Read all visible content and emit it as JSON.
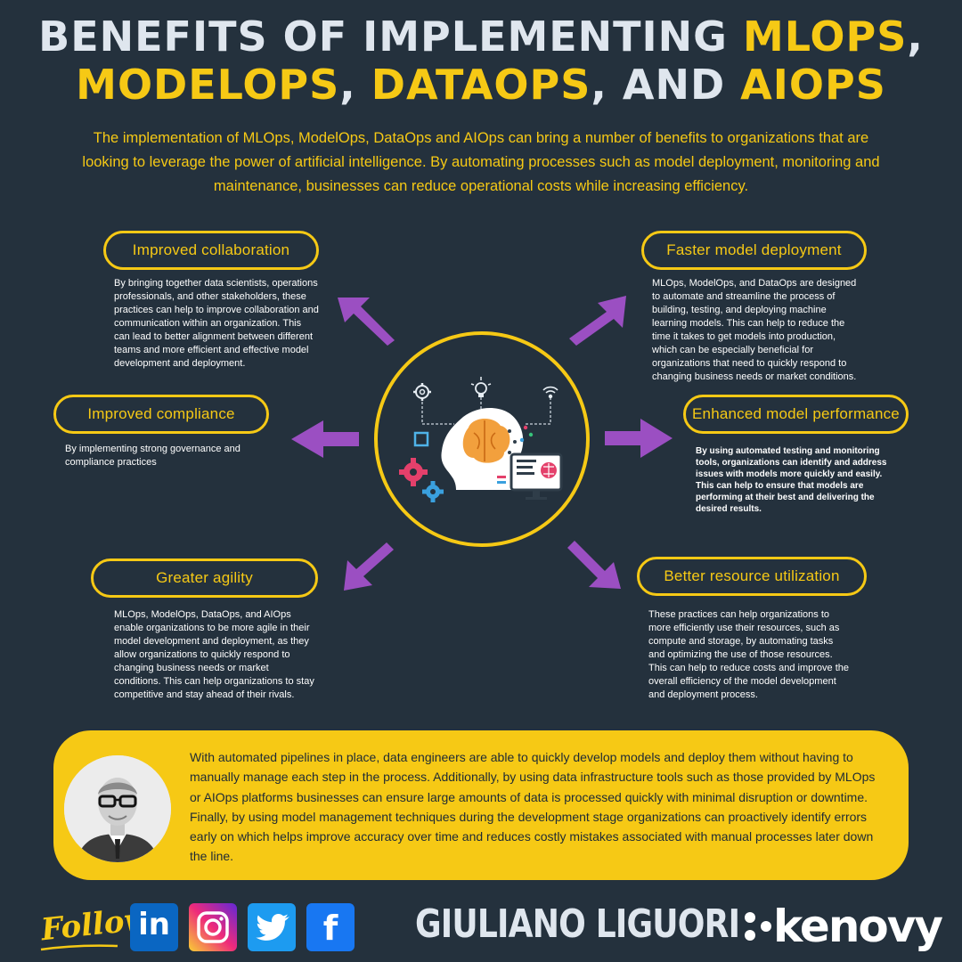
{
  "title": {
    "line1_white": "BENEFITS OF IMPLEMENTING ",
    "line1_yellow": "MLOPS",
    "line1_comma": ",",
    "line2_yellow_1": "MODELOPS",
    "line2_sep_1": ", ",
    "line2_yellow_2": "DATAOPS",
    "line2_white": ", AND ",
    "line2_yellow_3": "AIOPS"
  },
  "intro": "The implementation of MLOps, ModelOps, DataOps and AIOps can bring a number of benefits to organizations that are looking to leverage the power of artificial intelligence. By automating processes such as model deployment, monitoring and maintenance, businesses can reduce operational costs while increasing efficiency.",
  "benefits": {
    "collaboration": {
      "title": "Improved collaboration",
      "text": "By bringing together data scientists, operations professionals, and other stakeholders, these practices can help to improve collaboration and communication within an organization. This can lead to better alignment between different teams and more efficient and effective model development and deployment."
    },
    "deployment": {
      "title": "Faster model deployment",
      "text": "MLOps, ModelOps, and DataOps are designed to automate and streamline the process of building, testing, and deploying machine learning models. This can help to reduce the time it takes to get models into production, which can be especially beneficial for organizations that need to quickly respond to changing business needs or market conditions."
    },
    "compliance": {
      "title": "Improved compliance",
      "text": "By implementing strong governance and compliance practices"
    },
    "performance": {
      "title": "Enhanced model performance",
      "text": "By using automated testing and monitoring tools, organizations can identify and address issues with models more quickly and easily. This can help to ensure that models are performing at their best and delivering the desired results."
    },
    "agility": {
      "title": "Greater agility",
      "text": "MLOps, ModelOps, DataOps, and AIOps enable organizations to be more agile in their model development and deployment, as they allow organizations to quickly respond to changing business needs or market conditions. This can help organizations to stay competitive and stay ahead of their rivals."
    },
    "resources": {
      "title": "Better resource utilization",
      "text": "These practices can help organizations to more efficiently use their resources, such as compute and storage, by automating tasks and optimizing the use of those resources. This can help to reduce costs and improve the overall efficiency of the model development and deployment process."
    }
  },
  "quote": "With automated pipelines in place, data engineers are able to quickly develop models and deploy them without having to manually manage each step in the process. Additionally, by using data infrastructure tools such as those provided by MLOps or AIOps platforms businesses can ensure large amounts of data is processed quickly with minimal disruption or downtime. Finally, by using model management techniques during the development stage organizations can proactively identify errors early on which helps improve accuracy over time and reduces costly mistakes associated with manual processes later down the line.",
  "footer": {
    "follow": "Follow",
    "social_icons": [
      "linkedin-icon",
      "instagram-icon",
      "twitter-icon",
      "facebook-icon"
    ],
    "linkedin_label": "in",
    "facebook_label": "f",
    "author": "GIULIANO LIGUORI",
    "logo": "kenovy"
  },
  "colors": {
    "background": "#24313d",
    "accent": "#f6c915",
    "arrow": "#9b4fc2",
    "linkedin": "#0a66c2",
    "twitter": "#1d9bf0",
    "facebook": "#1877f2"
  }
}
